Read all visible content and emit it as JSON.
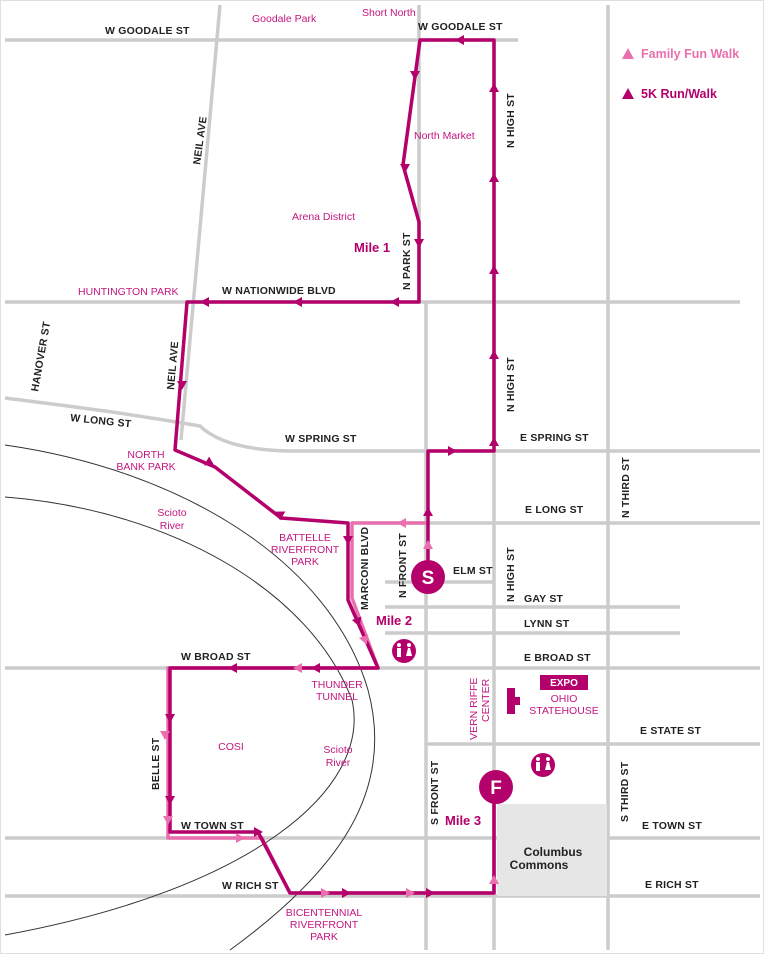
{
  "legend": {
    "family_walk": "Family Fun Walk",
    "run_walk": "5K Run/Walk"
  },
  "colors": {
    "run": "#b3006b",
    "walk": "#ea6fae",
    "street_line": "#cccccc",
    "label": "#c4167f",
    "commons_fill": "#e6e6e6"
  },
  "streets": {
    "w_goodale": "W GOODALE ST",
    "w_goodale_2": "W GOODALE ST",
    "neil_ave": "NEIL AVE",
    "neil_ave_2": "NEIL AVE",
    "hanover": "HANOVER ST",
    "n_high_1": "N HIGH ST",
    "n_high_2": "N HIGH ST",
    "n_high_3": "N HIGH ST",
    "n_park": "N PARK ST",
    "w_nationwide": "W NATIONWIDE BLVD",
    "w_long": "W LONG ST",
    "w_spring": "W SPRING ST",
    "e_spring": "E SPRING ST",
    "n_third": "N THIRD ST",
    "e_long": "E LONG ST",
    "n_front": "N FRONT ST",
    "marconi": "MARCONI BLVD",
    "elm": "ELM ST",
    "gay": "GAY ST",
    "lynn": "LYNN ST",
    "w_broad": "W BROAD ST",
    "e_broad": "E BROAD ST",
    "belle": "BELLE ST",
    "e_state": "E STATE ST",
    "s_front": "S FRONT ST",
    "s_third": "S THIRD ST",
    "w_town": "W TOWN ST",
    "e_town": "E TOWN ST",
    "w_rich": "W RICH ST",
    "e_rich": "E RICH ST"
  },
  "places": {
    "goodale_park": "Goodale Park",
    "short_north": "Short North",
    "north_market": "North Market",
    "arena_district": "Arena District",
    "huntington_park": "HUNTINGTON PARK",
    "north_bank_park_1": "NORTH",
    "north_bank_park_2": "BANK PARK",
    "scioto_river_1_a": "Scioto",
    "scioto_river_1_b": "River",
    "battelle_1": "BATTELLE",
    "battelle_2": "RIVERFRONT",
    "battelle_3": "PARK",
    "thunder_1": "THUNDER",
    "thunder_2": "TUNNEL",
    "cosi": "COSI",
    "scioto_river_2_a": "Scioto",
    "scioto_river_2_b": "River",
    "vern_riffe_1": "VERN RIFFE",
    "vern_riffe_2": "CENTER",
    "ohio_statehouse_1": "OHIO",
    "ohio_statehouse_2": "STATEHOUSE",
    "bicentennial_1": "BICENTENNIAL",
    "bicentennial_2": "RIVERFRONT",
    "bicentennial_3": "PARK",
    "columbus_commons_1": "Columbus",
    "columbus_commons_2": "Commons"
  },
  "markers": {
    "mile_1": "Mile 1",
    "mile_2": "Mile 2",
    "mile_3": "Mile 3",
    "start": "S",
    "finish": "F",
    "expo": "EXPO"
  },
  "icons": {
    "restroom_1": "restroom-icon",
    "restroom_2": "restroom-icon",
    "statehouse": "building-icon"
  }
}
